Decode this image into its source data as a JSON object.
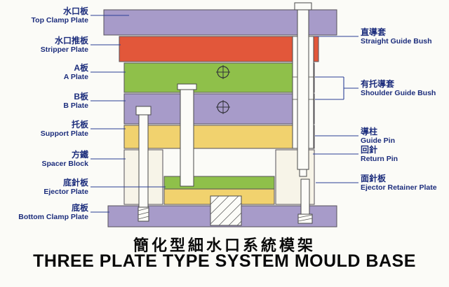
{
  "diagram_title": {
    "zh": "簡化型細水口系統模架",
    "en": "THREE PLATE TYPE SYSTEM MOULD BASE"
  },
  "left_labels": [
    {
      "zh": "水口板",
      "en": "Top Clamp Plate"
    },
    {
      "zh": "水口推板",
      "en": "Stripper Plate"
    },
    {
      "zh": "A板",
      "en": "A Plate"
    },
    {
      "zh": "B板",
      "en": "B Plate"
    },
    {
      "zh": "托板",
      "en": "Support Plate"
    },
    {
      "zh": "方鐵",
      "en": "Spacer Block"
    },
    {
      "zh": "底針板",
      "en": "Ejector Plate"
    },
    {
      "zh": "底板",
      "en": "Bottom Clamp Plate"
    }
  ],
  "right_labels": [
    {
      "zh": "直導套",
      "en": "Straight Guide Bush"
    },
    {
      "zh": "有托導套",
      "en": "Shoulder Guide Bush"
    },
    {
      "zh": "導柱",
      "en": "Guide Pin"
    },
    {
      "zh": "回針",
      "en": "Return Pin"
    },
    {
      "zh": "面針板",
      "en": "Ejector Retainer Plate"
    }
  ],
  "colors": {
    "violet": "#a79bc9",
    "red": "#e2573a",
    "green": "#8fc04a",
    "yellow": "#f1d26e",
    "cream": "#f7f4e8"
  }
}
